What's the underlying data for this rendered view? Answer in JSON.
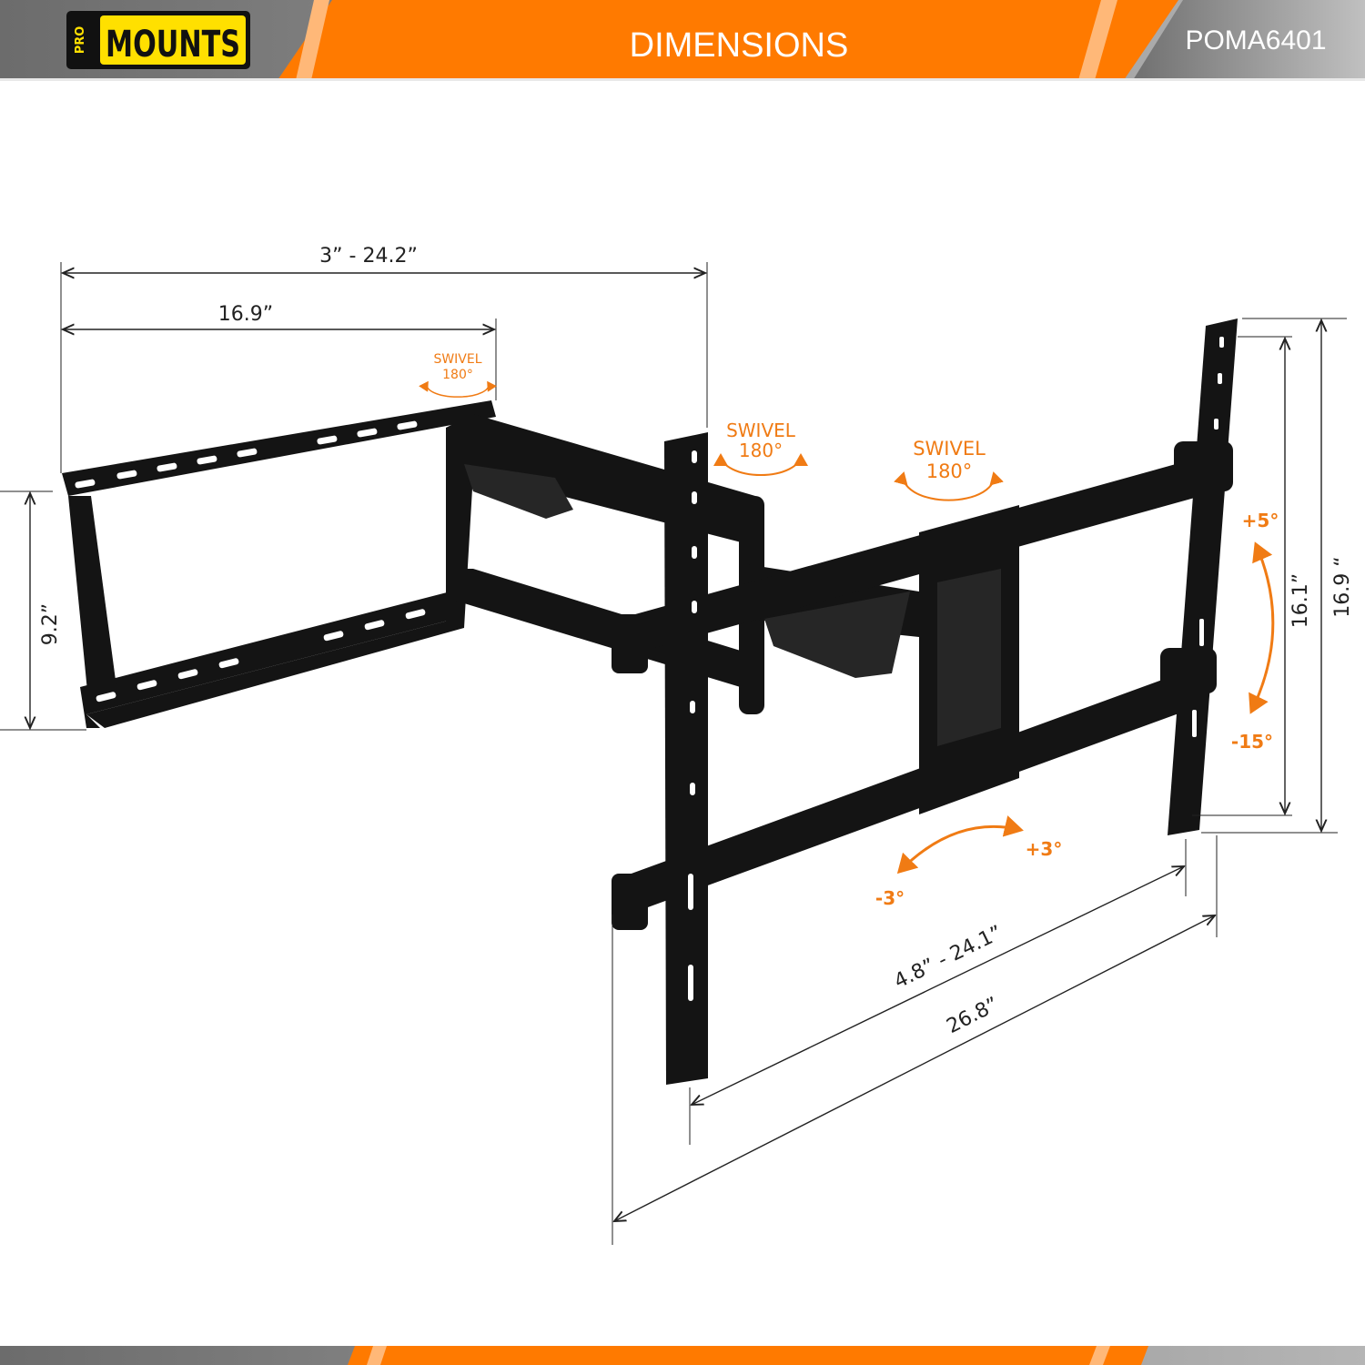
{
  "header": {
    "logo": {
      "top": "PRO",
      "main": "MOUNTS"
    },
    "title": "DIMENSIONS",
    "model": "POMA6401"
  },
  "colors": {
    "accent": "#ff7a00",
    "accent_light": "#ffb878",
    "logo_yellow": "#ffe000",
    "gray": "#9a9a9a",
    "annotation": "#f07b14"
  },
  "dimensions": {
    "extension": "3” - 24.2”",
    "arm_length": "16.9”",
    "wall_plate_height": "9.2”",
    "bracket_height_inner": "16.1”",
    "bracket_height_outer": "16.9 “",
    "bracket_width_range": "4.8” - 24.1”",
    "bracket_width": "26.8”"
  },
  "swivels": [
    {
      "label": "SWIVEL",
      "value": "180°"
    },
    {
      "label": "SWIVEL",
      "value": "180°"
    },
    {
      "label": "SWIVEL",
      "value": "180°"
    }
  ],
  "tilt": {
    "up": "+5°",
    "down": "-15°"
  },
  "level": {
    "plus": "+3°",
    "minus": "-3°"
  }
}
